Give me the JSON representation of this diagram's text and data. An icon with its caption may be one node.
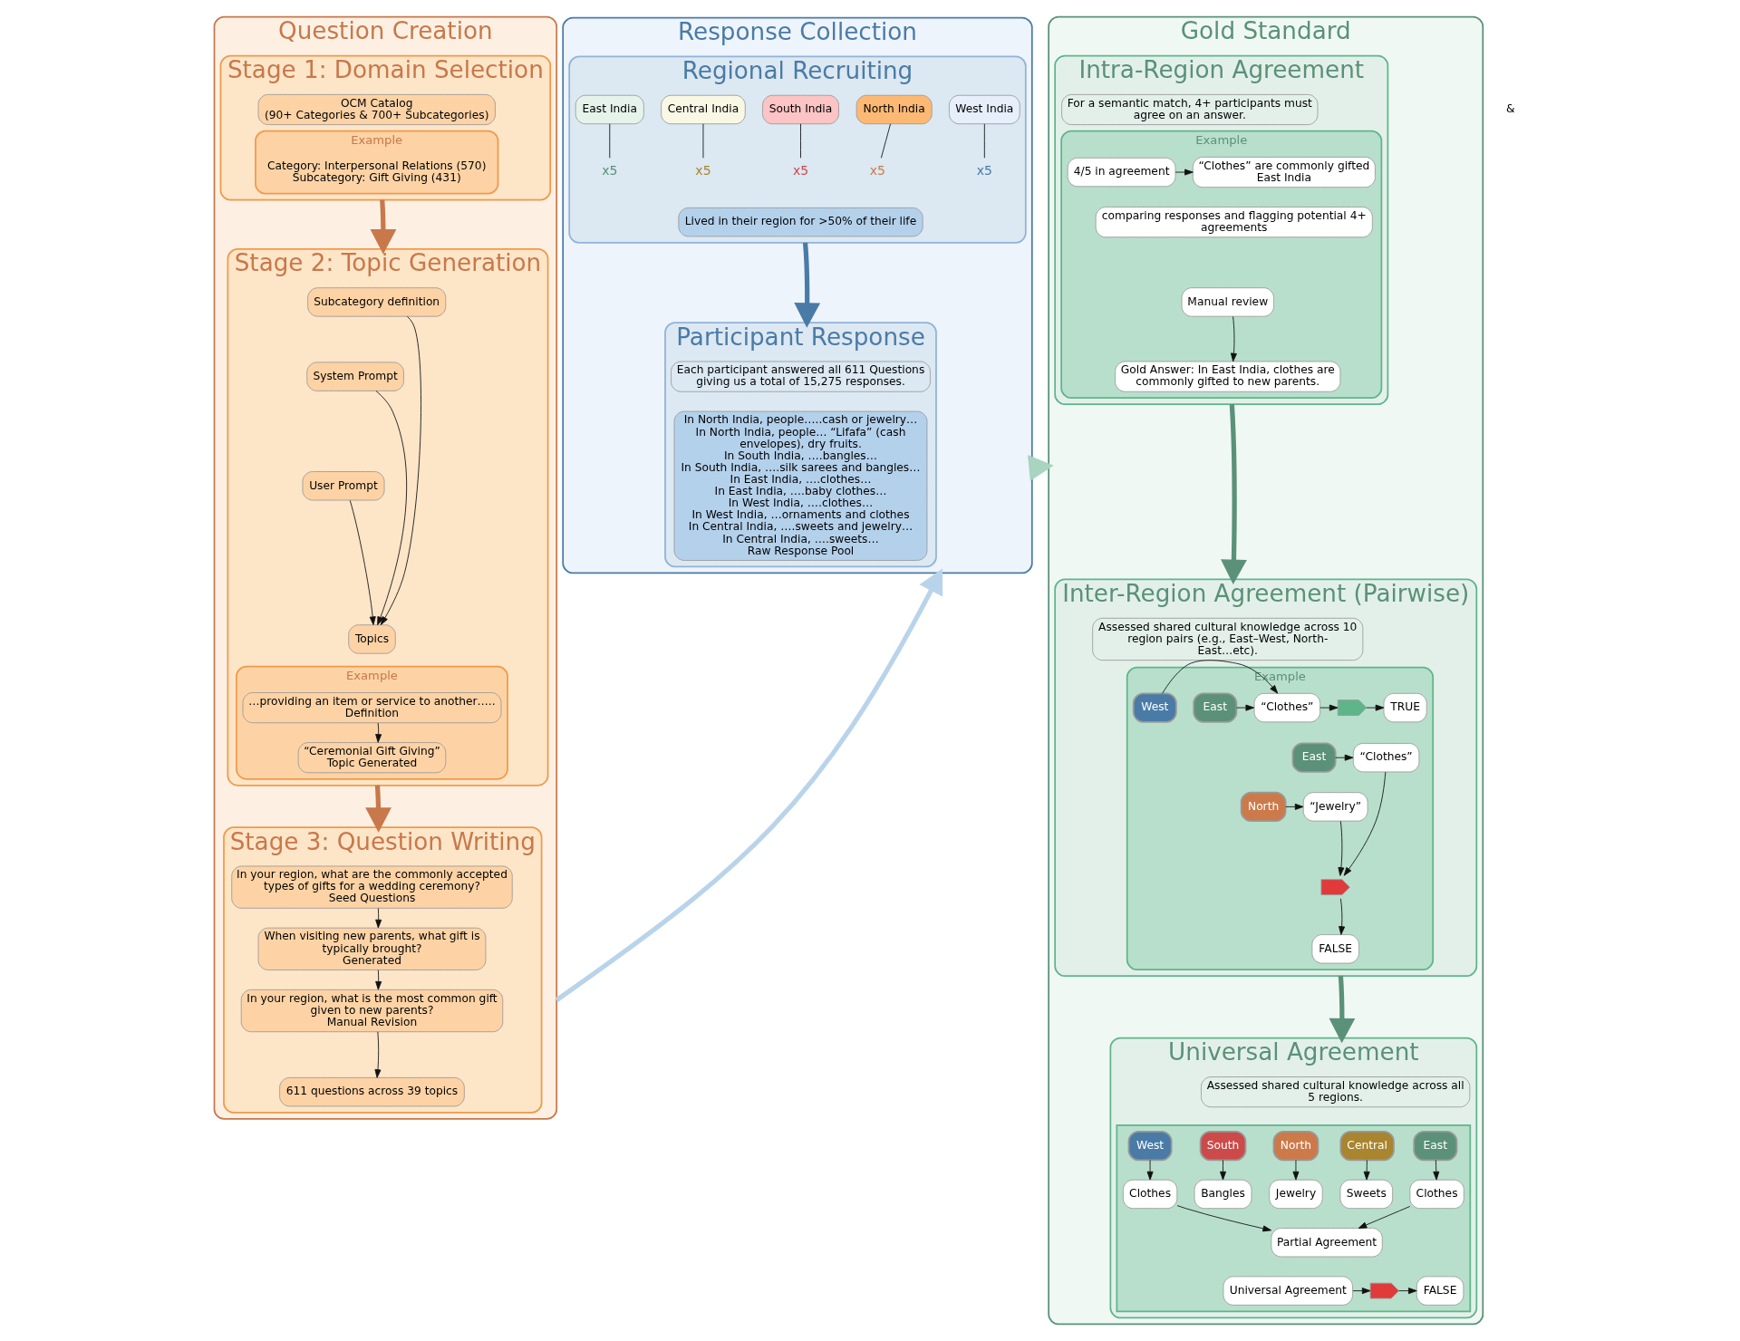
{
  "diagram": {
    "nodes": [
      {
        "text": [
          "Question Creation"
        ]
      },
      {
        "text": [
          "Stage 1: Domain Selection"
        ],
        "in": 0
      },
      {
        "text": [
          "OCM Catalog",
          "(90+ Categories & 700+ Subcategories)"
        ],
        "in": 1
      },
      {
        "text": [
          "Example",
          "Category: Interpersonal Relations (570)",
          "Subcategory: Gift Giving (431)"
        ],
        "in": 1
      },
      {
        "text": [
          "Stage 2: Topic Generation"
        ],
        "in": 0
      },
      {
        "text": [
          "Subcategory definition"
        ],
        "in": 4
      },
      {
        "text": [
          "System Prompt"
        ],
        "in": 4
      },
      {
        "text": [
          "User Prompt"
        ],
        "in": 4
      },
      {
        "text": [
          "Topics"
        ],
        "in": 4
      },
      {
        "text": [
          "Example"
        ],
        "in": 4
      },
      {
        "text": [
          "…providing an item or service to another…..",
          "Definition"
        ],
        "in": 9
      },
      {
        "text": [
          "“Ceremonial Gift Giving”",
          "Topic Generated"
        ],
        "in": 9
      },
      {
        "text": [
          "Stage 3: Question Writing"
        ],
        "in": 0
      },
      {
        "text": [
          "In your region, what are the commonly accepted types of gifts for a wedding ceremony?",
          "Seed Questions"
        ],
        "in": 12
      },
      {
        "text": [
          "When visiting new parents, what gift is typically brought?",
          "Generated"
        ],
        "in": 12
      },
      {
        "text": [
          "In your region, what is the most common gift given to new parents?",
          "Manual Revision"
        ],
        "in": 12
      },
      {
        "text": [
          "611 questions across 39 topics"
        ],
        "in": 12
      },
      {
        "text": [
          "Response Collection"
        ]
      },
      {
        "text": [
          "Regional Recruiting"
        ],
        "in": 17
      },
      {
        "text": [
          "North India"
        ],
        "in": 18
      },
      {
        "text": [
          "West India"
        ],
        "in": 18
      },
      {
        "text": [
          "Central India"
        ],
        "in": 18
      },
      {
        "text": [
          "East India"
        ],
        "in": 18
      },
      {
        "text": [
          "South India"
        ],
        "in": 18
      },
      {
        "text": [
          "x5"
        ],
        "in": 18
      },
      {
        "text": [
          "x5"
        ],
        "in": 18
      },
      {
        "text": [
          "x5"
        ],
        "in": 18
      },
      {
        "text": [
          "x5"
        ],
        "in": 18
      },
      {
        "text": [
          "x5"
        ],
        "in": 18
      },
      {
        "text": [
          "Lived in their region for >50% of their life"
        ],
        "in": 18
      },
      {
        "text": [
          "Participant Response"
        ],
        "in": 17
      },
      {
        "text": [
          "Each participant answered all 611 Questions giving us a total of 15,275 responses."
        ],
        "in": 30
      },
      {
        "text": [
          "In North India, people…..cash or jewelry…",
          "In North India, people… “Lifafa” (cash envelopes), dry fruits.",
          "In South India, ….bangles…",
          "In South India, ….silk sarees and bangles…",
          "In East India, ….clothes…",
          "In East India, ….baby clothes…",
          "In West India, ….clothes…",
          "In West India, …ornaments and clothes",
          "In Central India, ….sweets and jewelry…",
          "In Central India, ….sweets…",
          "Raw Response Pool"
        ],
        "in": 30
      },
      {
        "text": [
          "Gold Standard"
        ]
      },
      {
        "text": [
          "Intra-Region Agreement"
        ],
        "in": 33
      },
      {
        "text": [
          "For a semantic match, 4+ participants must agree on an answer."
        ],
        "in": 34
      },
      {
        "text": [
          "Example"
        ],
        "in": 34
      },
      {
        "text": [
          "4/5 in agreement"
        ],
        "in": 36
      },
      {
        "text": [
          "“Clothes” are commonly gifted",
          "East India"
        ],
        "in": 36
      },
      {
        "text": [
          "comparing responses and flagging potential 4+ agreements"
        ],
        "in": 36
      },
      {
        "text": [
          "Manual review"
        ],
        "in": 36
      },
      {
        "text": [
          "Gold Answer: In East India, clothes are commonly gifted to new parents."
        ],
        "in": 36
      },
      {
        "text": [
          "Inter-Region Agreement (Pairwise)"
        ],
        "in": 33
      },
      {
        "text": [
          "Assessed shared cultural knowledge across 10 region pairs (e.g., East–West, North-East…etc)."
        ],
        "in": 42
      },
      {
        "text": [
          "Example"
        ],
        "in": 42
      },
      {
        "text": [
          "East"
        ],
        "in": 44
      },
      {
        "text": [
          "West"
        ],
        "in": 44
      },
      {
        "text": [
          "“Clothes”"
        ],
        "in": 44
      },
      {
        "text": [],
        "shape": "flag",
        "in": 44
      },
      {
        "text": [
          "TRUE"
        ],
        "in": 44
      },
      {
        "text": [
          "East"
        ],
        "in": 44
      },
      {
        "text": [
          "“Clothes”"
        ],
        "in": 44
      },
      {
        "text": [
          "North"
        ],
        "in": 44
      },
      {
        "text": [
          "“Jewelry”"
        ],
        "in": 44
      },
      {
        "text": [],
        "shape": "flag",
        "in": 44
      },
      {
        "text": [
          "FALSE"
        ],
        "in": 44
      },
      {
        "text": [
          "Universal Agreement"
        ],
        "in": 33
      },
      {
        "text": [
          "Assessed shared cultural knowledge across all 5 regions."
        ],
        "in": 56
      },
      {
        "text": [],
        "shape": "box",
        "in": 56
      },
      {
        "text": [
          "East"
        ],
        "in": 58
      },
      {
        "text": [
          "West"
        ],
        "in": 58
      },
      {
        "text": [
          "North"
        ],
        "in": 58
      },
      {
        "text": [
          "South"
        ],
        "in": 58
      },
      {
        "text": [
          "Central"
        ],
        "in": 58
      },
      {
        "text": [
          "Clothes"
        ],
        "in": 58
      },
      {
        "text": [
          "Clothes"
        ],
        "in": 58
      },
      {
        "text": [
          "Jewelry"
        ],
        "in": 58
      },
      {
        "text": [
          "Bangles"
        ],
        "in": 58
      },
      {
        "text": [
          "Sweets"
        ],
        "in": 58
      },
      {
        "text": [
          "Partial Agreement"
        ],
        "in": 58
      },
      {
        "text": [
          "Universal Agreement"
        ],
        "in": 58
      },
      {
        "text": [],
        "shape": "flag",
        "in": 58
      },
      {
        "text": [
          "FALSE"
        ],
        "in": 58
      }
    ],
    "edges": [
      {
        "from": 1,
        "to": 4,
        "arrow": "to",
        "style": "thick",
        "color": "#c8784a"
      },
      {
        "from": 5,
        "to": 8,
        "arrow": "to"
      },
      {
        "from": 6,
        "to": 8,
        "arrow": "to"
      },
      {
        "from": 7,
        "to": 8,
        "arrow": "to"
      },
      {
        "from": 10,
        "to": 11,
        "arrow": "to"
      },
      {
        "from": 4,
        "to": 12,
        "arrow": "to",
        "style": "thick",
        "color": "#c8784a"
      },
      {
        "from": 13,
        "to": 14,
        "arrow": "to"
      },
      {
        "from": 14,
        "to": 15,
        "arrow": "to"
      },
      {
        "from": 15,
        "to": 16,
        "arrow": "to"
      },
      {
        "from": 0,
        "to": 17,
        "arrow": "to",
        "style": "thick",
        "color": "#b9d4ea"
      },
      {
        "from": 24,
        "to": 19,
        "arrow": "none"
      },
      {
        "from": 25,
        "to": 22,
        "arrow": "none"
      },
      {
        "from": 26,
        "to": 20,
        "arrow": "none"
      },
      {
        "from": 27,
        "to": 21,
        "arrow": "none"
      },
      {
        "from": 28,
        "to": 23,
        "arrow": "none"
      },
      {
        "from": 18,
        "to": 30,
        "arrow": "to",
        "style": "thick",
        "color": "#4a7ba6"
      },
      {
        "from": 17,
        "to": 33,
        "arrow": "to",
        "style": "thick",
        "color": "#a8d4c0"
      },
      {
        "from": 37,
        "to": 38,
        "arrow": "to"
      },
      {
        "from": 40,
        "to": 41,
        "arrow": "to"
      },
      {
        "from": 34,
        "to": 42,
        "arrow": "to",
        "style": "thick",
        "color": "#5a9178"
      },
      {
        "from": 45,
        "to": 47,
        "arrow": "to"
      },
      {
        "from": 46,
        "to": 47,
        "arrow": "to"
      },
      {
        "from": 47,
        "to": 48,
        "arrow": "to"
      },
      {
        "from": 48,
        "to": 49,
        "arrow": "to"
      },
      {
        "from": 50,
        "to": 51,
        "arrow": "to"
      },
      {
        "from": 52,
        "to": 53,
        "arrow": "to"
      },
      {
        "from": 51,
        "to": 54,
        "arrow": "to"
      },
      {
        "from": 53,
        "to": 54,
        "arrow": "to"
      },
      {
        "from": 54,
        "to": 55,
        "arrow": "to"
      },
      {
        "from": 42,
        "to": 56,
        "arrow": "to",
        "style": "thick",
        "color": "#5a9178"
      },
      {
        "from": 59,
        "to": 64,
        "arrow": "to"
      },
      {
        "from": 60,
        "to": 65,
        "arrow": "to"
      },
      {
        "from": 61,
        "to": 66,
        "arrow": "to"
      },
      {
        "from": 62,
        "to": 67,
        "arrow": "to"
      },
      {
        "from": 63,
        "to": 68,
        "arrow": "to"
      },
      {
        "from": 64,
        "to": 69,
        "arrow": "to"
      },
      {
        "from": 65,
        "to": 69,
        "arrow": "to"
      },
      {
        "from": 70,
        "to": 71,
        "arrow": "to"
      },
      {
        "from": 71,
        "to": 72,
        "arrow": "to"
      }
    ],
    "labels": [
      "&"
    ]
  }
}
